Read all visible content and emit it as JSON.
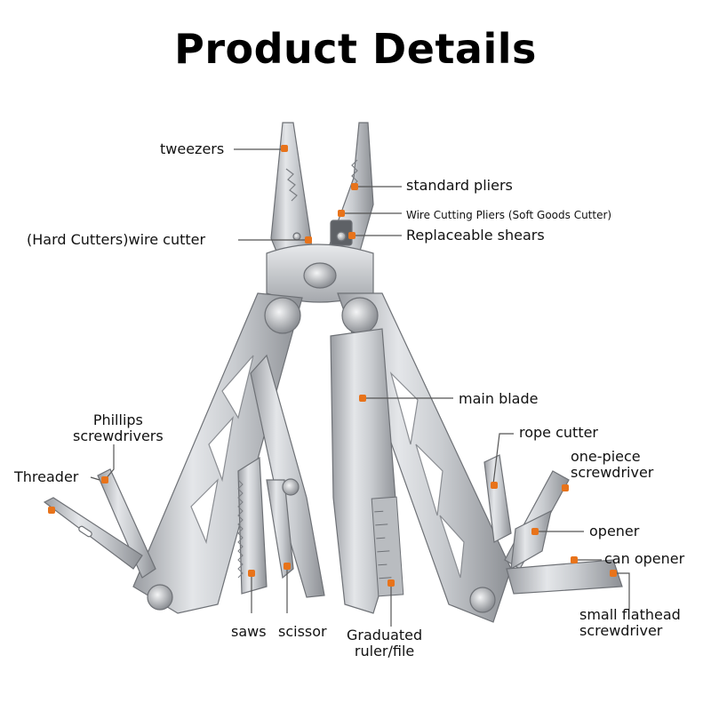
{
  "title": "Product Details",
  "accent_color": "#e8731a",
  "labels": {
    "tweezers": "tweezers",
    "standard_pliers": "standard pliers",
    "wire_cutting_pliers": "Wire Cutting Pliers (Soft Goods Cutter)",
    "hard_cutters": "(Hard Cutters)wire cutter",
    "replaceable_shears": "Replaceable shears",
    "main_blade": "main blade",
    "phillips": "Phillips\nscrewdrivers",
    "threader": "Threader",
    "rope_cutter": "rope cutter",
    "one_piece": "one-piece\nscrewdriver",
    "opener": "opener",
    "can_opener": "can opener",
    "small_flathead": "small flathead\nscrewdriver",
    "saws": "saws",
    "scissor": "scissor",
    "ruler": "Graduated\nruler/file"
  }
}
